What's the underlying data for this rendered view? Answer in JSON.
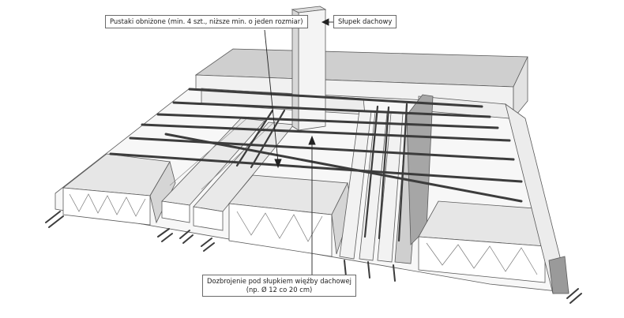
{
  "annotations": {
    "hollow_blocks": "Pustaki obniżone (min. 4 szt., niższe min. o jeden rozmiar)",
    "roof_post": "Słupek dachowy",
    "reinforcement_line1": "Dozbrojenie pod słupkiem więźby dachowej",
    "reinforcement_line2": "(np. Ø 12 co 20 cm)"
  },
  "colors": {
    "line": "#5a5a5a",
    "rebar": "#3c3c3c",
    "surface": "#ffffff",
    "shade_light": "#ececec",
    "shade_mid": "#d2d2d2",
    "shade_dark": "#9a9a9a"
  }
}
